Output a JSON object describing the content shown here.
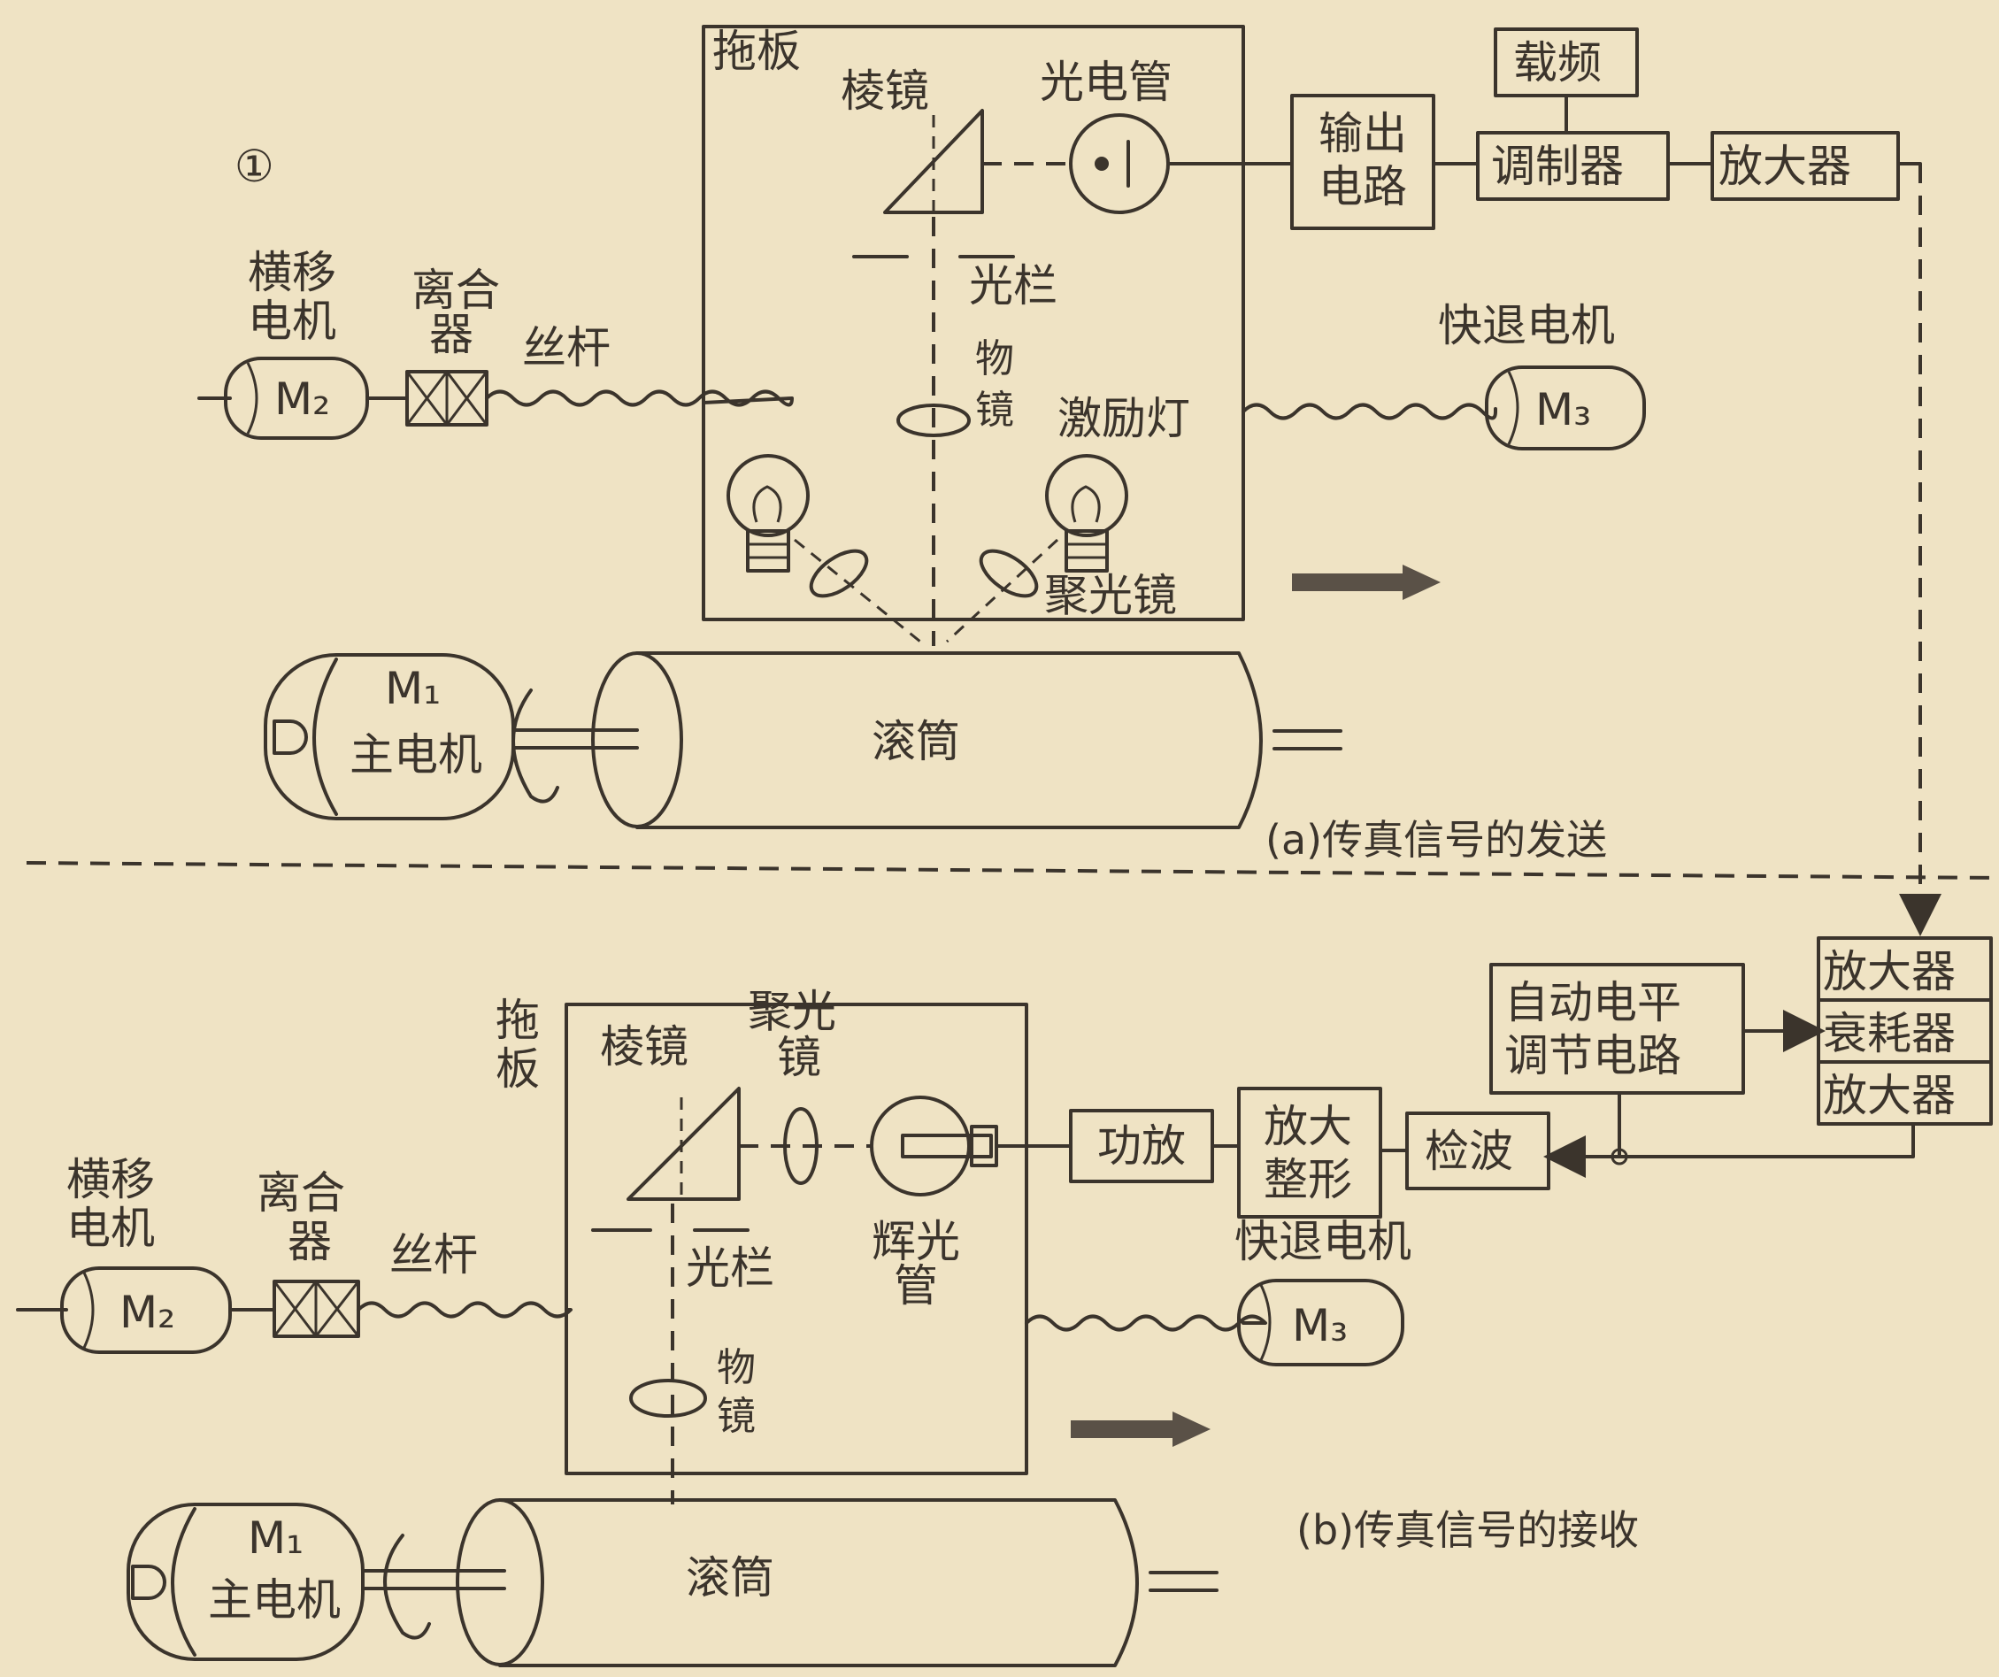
{
  "figure_number": "①",
  "send": {
    "carriage": "拖板",
    "prism": "棱镜",
    "phototube": "光电管",
    "aperture": "光栏",
    "objective": [
      "物",
      "镜"
    ],
    "exciter_lamp": "激励灯",
    "condenser": "聚光镜",
    "traverse_motor": [
      "横移",
      "电机"
    ],
    "clutch": [
      "离合",
      "器"
    ],
    "lead_screw": "丝杆",
    "quick_return_motor": "快退电机",
    "m2": "M₂",
    "m3": "M₃",
    "m1": "M₁",
    "main_motor": "主电机",
    "drum": "滚筒",
    "output_circuit": [
      "输出",
      "电路"
    ],
    "carrier": "载频",
    "modulator": "调制器",
    "amplifier": "放大器",
    "caption": "(a)传真信号的发送"
  },
  "receive": {
    "carriage": [
      "拖",
      "板"
    ],
    "prism": "棱镜",
    "condenser": [
      "聚光",
      "镜"
    ],
    "glow_tube": [
      "辉光",
      "管"
    ],
    "aperture": "光栏",
    "objective": [
      "物",
      "镜"
    ],
    "traverse_motor": [
      "横移",
      "电机"
    ],
    "clutch": [
      "离合",
      "器"
    ],
    "lead_screw": "丝杆",
    "quick_return_motor": "快退电机",
    "m2": "M₂",
    "m3": "M₃",
    "m1": "M₁",
    "main_motor": "主电机",
    "drum": "滚筒",
    "power_amp": "功放",
    "amp_shaping": [
      "放大",
      "整形"
    ],
    "detector": "检波",
    "agc": [
      "自动电平",
      "调节电路"
    ],
    "amplifier_top": "放大器",
    "attenuator": "衰耗器",
    "amplifier_bottom": "放大器",
    "caption": "(b)传真信号的接收"
  }
}
